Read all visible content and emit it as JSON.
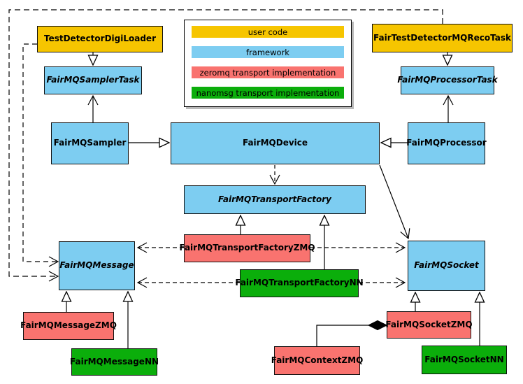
{
  "colors": {
    "user_code": "#F6C500",
    "framework": "#7DCDF1",
    "zeromq": "#F9736F",
    "nanomsg": "#0BAE0B",
    "line": "#000000",
    "background": "#FFFFFF"
  },
  "legend": {
    "items": [
      {
        "label": "user code",
        "category": "user_code"
      },
      {
        "label": "framework",
        "category": "framework"
      },
      {
        "label": "zeromq transport implementation",
        "category": "zeromq"
      },
      {
        "label": "nanomsg transport implementation",
        "category": "nanomsg"
      }
    ]
  },
  "nodes": {
    "test_detector_digi_loader": {
      "label": "TestDetectorDigiLoader",
      "category": "user_code",
      "abstract": false
    },
    "fair_test_detector_mq_reco_task": {
      "label": "FairTestDetectorMQRecoTask",
      "category": "user_code",
      "abstract": false
    },
    "fairmq_sampler_task": {
      "label": "FairMQSamplerTask",
      "category": "framework",
      "abstract": true
    },
    "fairmq_processor_task": {
      "label": "FairMQProcessorTask",
      "category": "framework",
      "abstract": true
    },
    "fairmq_sampler": {
      "label": "FairMQSampler",
      "category": "framework",
      "abstract": false
    },
    "fairmq_device": {
      "label": "FairMQDevice",
      "category": "framework",
      "abstract": false
    },
    "fairmq_processor": {
      "label": "FairMQProcessor",
      "category": "framework",
      "abstract": false
    },
    "fairmq_transport_factory": {
      "label": "FairMQTransportFactory",
      "category": "framework",
      "abstract": true
    },
    "fairmq_transport_factory_zmq": {
      "label": "FairMQTransportFactoryZMQ",
      "category": "zeromq",
      "abstract": false
    },
    "fairmq_transport_factory_nn": {
      "label": "FairMQTransportFactoryNN",
      "category": "nanomsg",
      "abstract": false
    },
    "fairmq_message": {
      "label": "FairMQMessage",
      "category": "framework",
      "abstract": true
    },
    "fairmq_message_zmq": {
      "label": "FairMQMessageZMQ",
      "category": "zeromq",
      "abstract": false
    },
    "fairmq_message_nn": {
      "label": "FairMQMessageNN",
      "category": "nanomsg",
      "abstract": false
    },
    "fairmq_socket": {
      "label": "FairMQSocket",
      "category": "framework",
      "abstract": true
    },
    "fairmq_socket_zmq": {
      "label": "FairMQSocketZMQ",
      "category": "zeromq",
      "abstract": false
    },
    "fairmq_socket_nn": {
      "label": "FairMQSocketNN",
      "category": "nanomsg",
      "abstract": false
    },
    "fairmq_context_zmq": {
      "label": "FairMQContextZMQ",
      "category": "zeromq",
      "abstract": false
    }
  },
  "relationships": [
    {
      "from": "TestDetectorDigiLoader",
      "to": "FairMQSamplerTask",
      "type": "generalization",
      "style": "solid-hollow-triangle"
    },
    {
      "from": "FairTestDetectorMQRecoTask",
      "to": "FairMQProcessorTask",
      "type": "generalization",
      "style": "solid-hollow-triangle"
    },
    {
      "from": "FairMQSampler",
      "to": "FairMQSamplerTask",
      "type": "association",
      "style": "solid-open-arrow"
    },
    {
      "from": "FairMQProcessor",
      "to": "FairMQProcessorTask",
      "type": "association",
      "style": "solid-open-arrow"
    },
    {
      "from": "FairMQSampler",
      "to": "FairMQDevice",
      "type": "generalization",
      "style": "solid-hollow-triangle"
    },
    {
      "from": "FairMQProcessor",
      "to": "FairMQDevice",
      "type": "generalization",
      "style": "solid-hollow-triangle"
    },
    {
      "from": "FairMQDevice",
      "to": "FairMQTransportFactory",
      "type": "dependency",
      "style": "dashed-open-arrow"
    },
    {
      "from": "FairMQDevice",
      "to": "FairMQSocket",
      "type": "association",
      "style": "solid-open-arrow"
    },
    {
      "from": "FairMQTransportFactoryZMQ",
      "to": "FairMQTransportFactory",
      "type": "generalization",
      "style": "solid-hollow-triangle"
    },
    {
      "from": "FairMQTransportFactoryNN",
      "to": "FairMQTransportFactory",
      "type": "generalization",
      "style": "solid-hollow-triangle"
    },
    {
      "from": "FairMQTransportFactoryZMQ",
      "to": "FairMQMessage",
      "type": "dependency",
      "style": "dashed-open-arrow"
    },
    {
      "from": "FairMQTransportFactoryZMQ",
      "to": "FairMQSocket",
      "type": "dependency",
      "style": "dashed-open-arrow"
    },
    {
      "from": "FairMQTransportFactoryNN",
      "to": "FairMQMessage",
      "type": "dependency",
      "style": "dashed-open-arrow"
    },
    {
      "from": "FairMQTransportFactoryNN",
      "to": "FairMQSocket",
      "type": "dependency",
      "style": "dashed-open-arrow"
    },
    {
      "from": "TestDetectorDigiLoader",
      "to": "FairMQMessage",
      "type": "dependency",
      "style": "dashed-open-arrow"
    },
    {
      "from": "FairTestDetectorMQRecoTask",
      "to": "FairMQMessage",
      "type": "dependency",
      "style": "dashed-open-arrow"
    },
    {
      "from": "FairMQMessageZMQ",
      "to": "FairMQMessage",
      "type": "generalization",
      "style": "solid-hollow-triangle"
    },
    {
      "from": "FairMQMessageNN",
      "to": "FairMQMessage",
      "type": "generalization",
      "style": "solid-hollow-triangle"
    },
    {
      "from": "FairMQSocketZMQ",
      "to": "FairMQSocket",
      "type": "generalization",
      "style": "solid-hollow-triangle"
    },
    {
      "from": "FairMQSocketNN",
      "to": "FairMQSocket",
      "type": "generalization",
      "style": "solid-hollow-triangle"
    },
    {
      "from": "FairMQSocketZMQ",
      "to": "FairMQContextZMQ",
      "type": "composition",
      "style": "solid-filled-diamond"
    }
  ]
}
